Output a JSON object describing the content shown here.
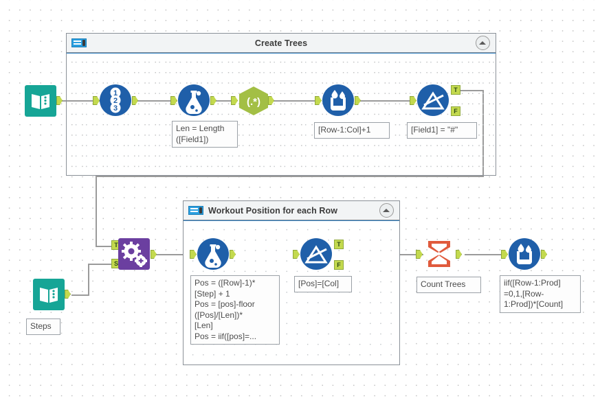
{
  "canvas": {
    "app": "alteryx-workflow-canvas"
  },
  "containers": [
    {
      "id": "create-trees",
      "title": "Create Trees",
      "icon": "tool-container-icon",
      "collapse_icon": "chevron-up-icon",
      "title_align": "center"
    },
    {
      "id": "workout-position",
      "title": "Workout Position for each Row",
      "icon": "tool-container-icon",
      "collapse_icon": "chevron-up-icon",
      "title_align": "left"
    }
  ],
  "tools": [
    {
      "id": "text-input-1",
      "icon": "text-input-icon",
      "label": ""
    },
    {
      "id": "record-id",
      "icon": "record-id-icon",
      "label": ""
    },
    {
      "id": "formula-1",
      "icon": "formula-icon",
      "label": "Len = Length\n([Field1])"
    },
    {
      "id": "regex",
      "icon": "regex-icon",
      "label": ""
    },
    {
      "id": "multi-row-1",
      "icon": "multi-row-formula-icon",
      "label": "[Row-1:Col]+1"
    },
    {
      "id": "filter-1",
      "icon": "filter-icon",
      "label": "[Field1] = \"#\""
    },
    {
      "id": "generate-rows",
      "icon": "generate-rows-icon",
      "label": ""
    },
    {
      "id": "text-input-2",
      "icon": "text-input-icon",
      "label": "Steps"
    },
    {
      "id": "formula-2",
      "icon": "formula-icon",
      "label": "Pos = ([Row]-1)*\n[Step] + 1\nPos = [pos]-floor\n([Pos]/[Len])*\n[Len]\nPos = iif([pos]=..."
    },
    {
      "id": "filter-2",
      "icon": "filter-icon",
      "label": "[Pos]=[Col]"
    },
    {
      "id": "summarize",
      "icon": "summarize-icon",
      "label": "Count Trees"
    },
    {
      "id": "multi-row-2",
      "icon": "multi-row-formula-icon",
      "label": "iif([Row-1:Prod]\n=0,1,[Row-\n1:Prod])*[Count]"
    }
  ],
  "ports": {
    "true_label": "T",
    "false_label": "F",
    "source_label": "S"
  },
  "colors": {
    "tool_blue": "#1f5fa9",
    "text_input_teal": "#16a596",
    "regex_green": "#a3bf45",
    "generate_rows_purple": "#6b3fa0",
    "summarize_red": "#e05a3c",
    "port_green": "#c3d94e",
    "wire_grey": "#9a9a9a",
    "container_header": "#f2f4f5",
    "container_border": "#8a9097",
    "container_accent": "#2f7fc0"
  }
}
